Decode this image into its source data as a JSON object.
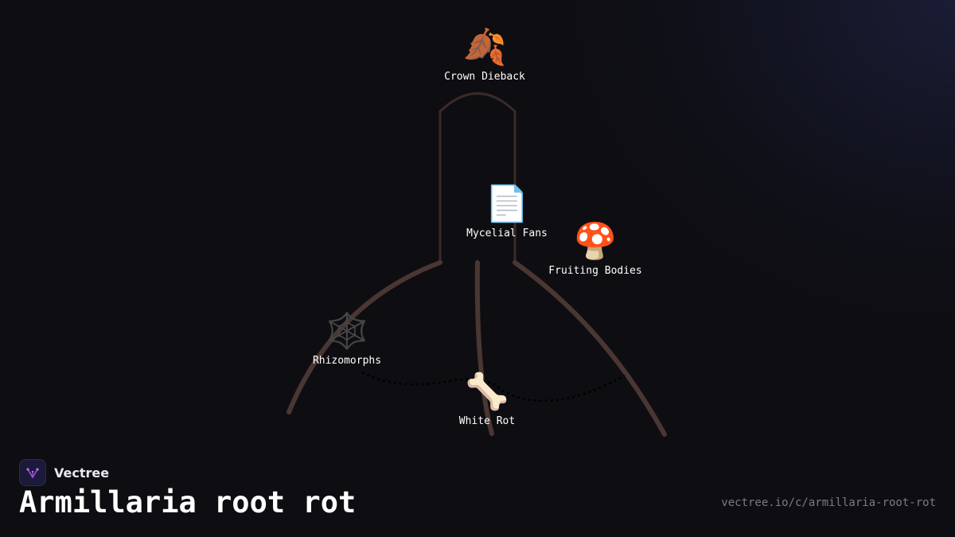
{
  "brand": {
    "name": "Vectree"
  },
  "title": "Armillaria root rot",
  "url": "vectree.io/c/armillaria-root-rot",
  "nodes": {
    "crown_dieback": {
      "label": "Crown Dieback",
      "icon": "fallen-leaf-icon",
      "glyph": "🍂"
    },
    "mycelial_fans": {
      "label": "Mycelial Fans",
      "icon": "page-document-icon",
      "glyph": "📄"
    },
    "fruiting_bodies": {
      "label": "Fruiting Bodies",
      "icon": "mushroom-icon",
      "glyph": "🍄"
    },
    "rhizomorphs": {
      "label": "Rhizomorphs",
      "icon": "spider-web-icon",
      "glyph": "🕸️"
    },
    "white_rot": {
      "label": "White Rot",
      "icon": "bone-icon",
      "glyph": "🦴"
    }
  },
  "colors": {
    "background": "#0e0e12",
    "trunk_outline": "#3a2a28",
    "roots": "#4a3632",
    "connector": "#000000",
    "logo_accent": "#a050e0"
  }
}
